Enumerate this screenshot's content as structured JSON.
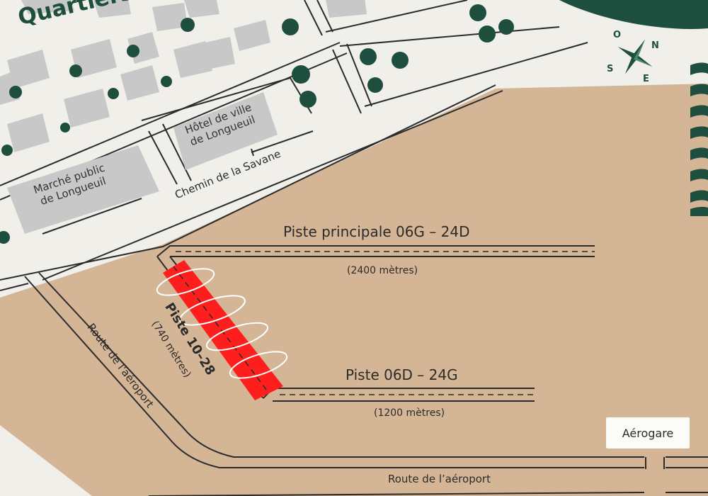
{
  "map": {
    "title": "Quartiers",
    "buildings": {
      "hotel": [
        "Hôtel de ville",
        "de Longueuil"
      ],
      "marche": [
        "Marché public",
        "de Longueuil"
      ],
      "aerogare": "Aérogare"
    },
    "roads": {
      "savane": "Chemin de la Savane",
      "aeroport_diag": "Route de l'aéroport",
      "aeroport_bottom": "Route de l’aéroport"
    },
    "runways": {
      "main": {
        "name": "Piste principale 06G – 24D",
        "length": "(2400 mètres)"
      },
      "second": {
        "name": "Piste 06D – 24G",
        "length": "(1200 mètres)"
      },
      "diagonal": {
        "name": "Piste 10–28",
        "length": "(740 mètres)",
        "highlight_color": "#ff1e1e"
      }
    },
    "compass": {
      "o": "O",
      "n": "N",
      "s": "S",
      "e": "E"
    },
    "colors": {
      "airport_ground": "#d4b595",
      "street_ground": "#f1efe9",
      "building": "#c8c8c8",
      "tree": "#1e4e3e",
      "runway_highlight": "#ff1e1e"
    }
  }
}
